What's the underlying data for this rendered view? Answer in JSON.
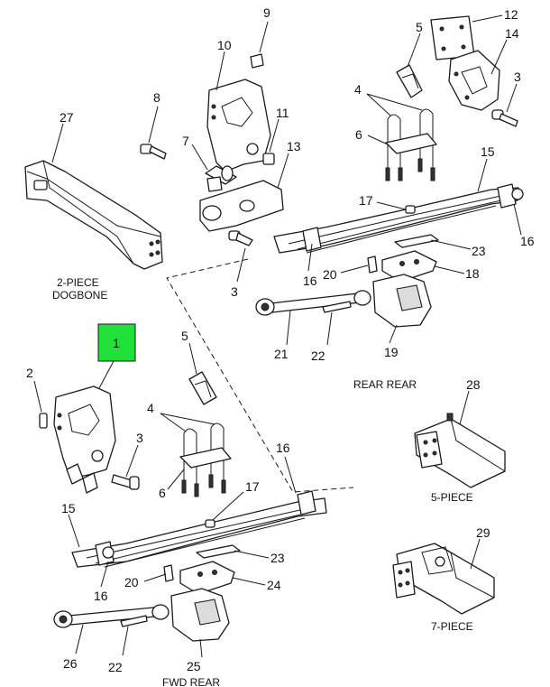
{
  "callouts": {
    "c1": "1",
    "c2": "2",
    "c3a": "3",
    "c3b": "3",
    "c3c": "3",
    "c4a": "4",
    "c4b": "4",
    "c5a": "5",
    "c5b": "5",
    "c6a": "6",
    "c6b": "6",
    "c7": "7",
    "c8": "8",
    "c9": "9",
    "c10": "10",
    "c11": "11",
    "c12": "12",
    "c13": "13",
    "c14": "14",
    "c15a": "15",
    "c15b": "15",
    "c16a": "16",
    "c16b": "16",
    "c16c": "16",
    "c17a": "17",
    "c17b": "17",
    "c18": "18",
    "c19": "19",
    "c20a": "20",
    "c20b": "20",
    "c21": "21",
    "c22a": "22",
    "c22b": "22",
    "c23a": "23",
    "c23b": "23",
    "c24": "24",
    "c25": "25",
    "c26": "26",
    "c27": "27",
    "c28": "28",
    "c29": "29"
  },
  "captions": {
    "dogbone_line1": "2-PIECE",
    "dogbone_line2": "DOGBONE",
    "rear_rear": "REAR REAR",
    "five_piece": "5-PIECE",
    "seven_piece": "7-PIECE",
    "fwd_rear": "FWD REAR"
  },
  "highlight": {
    "item": "1",
    "color": "#22e03a"
  }
}
